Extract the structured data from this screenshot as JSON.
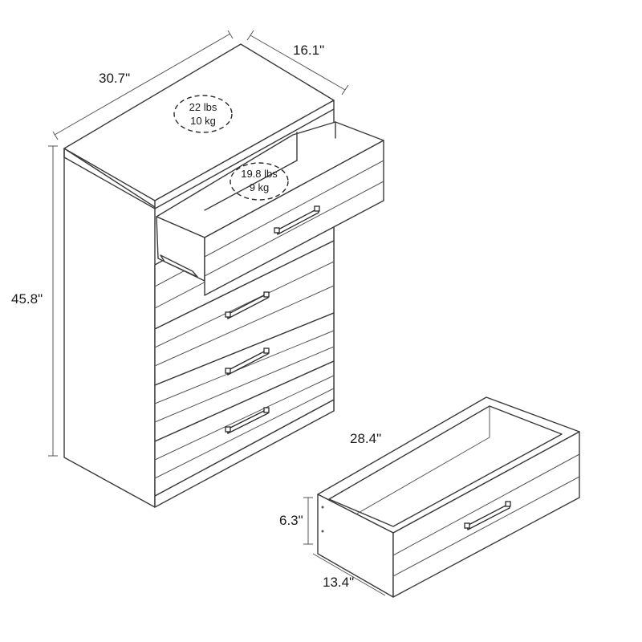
{
  "dimensions": {
    "width": "30.7\"",
    "depth": "16.1\"",
    "height": "45.8\"",
    "drawer_width": "28.4\"",
    "drawer_height": "6.3\"",
    "drawer_depth": "13.4\""
  },
  "weights": {
    "top": {
      "lbs": "22 lbs",
      "kg": "10 kg"
    },
    "drawer": {
      "lbs": "19.8 lbs",
      "kg": "9 kg"
    }
  },
  "colors": {
    "line": "#3a3a3a",
    "background": "#ffffff"
  }
}
